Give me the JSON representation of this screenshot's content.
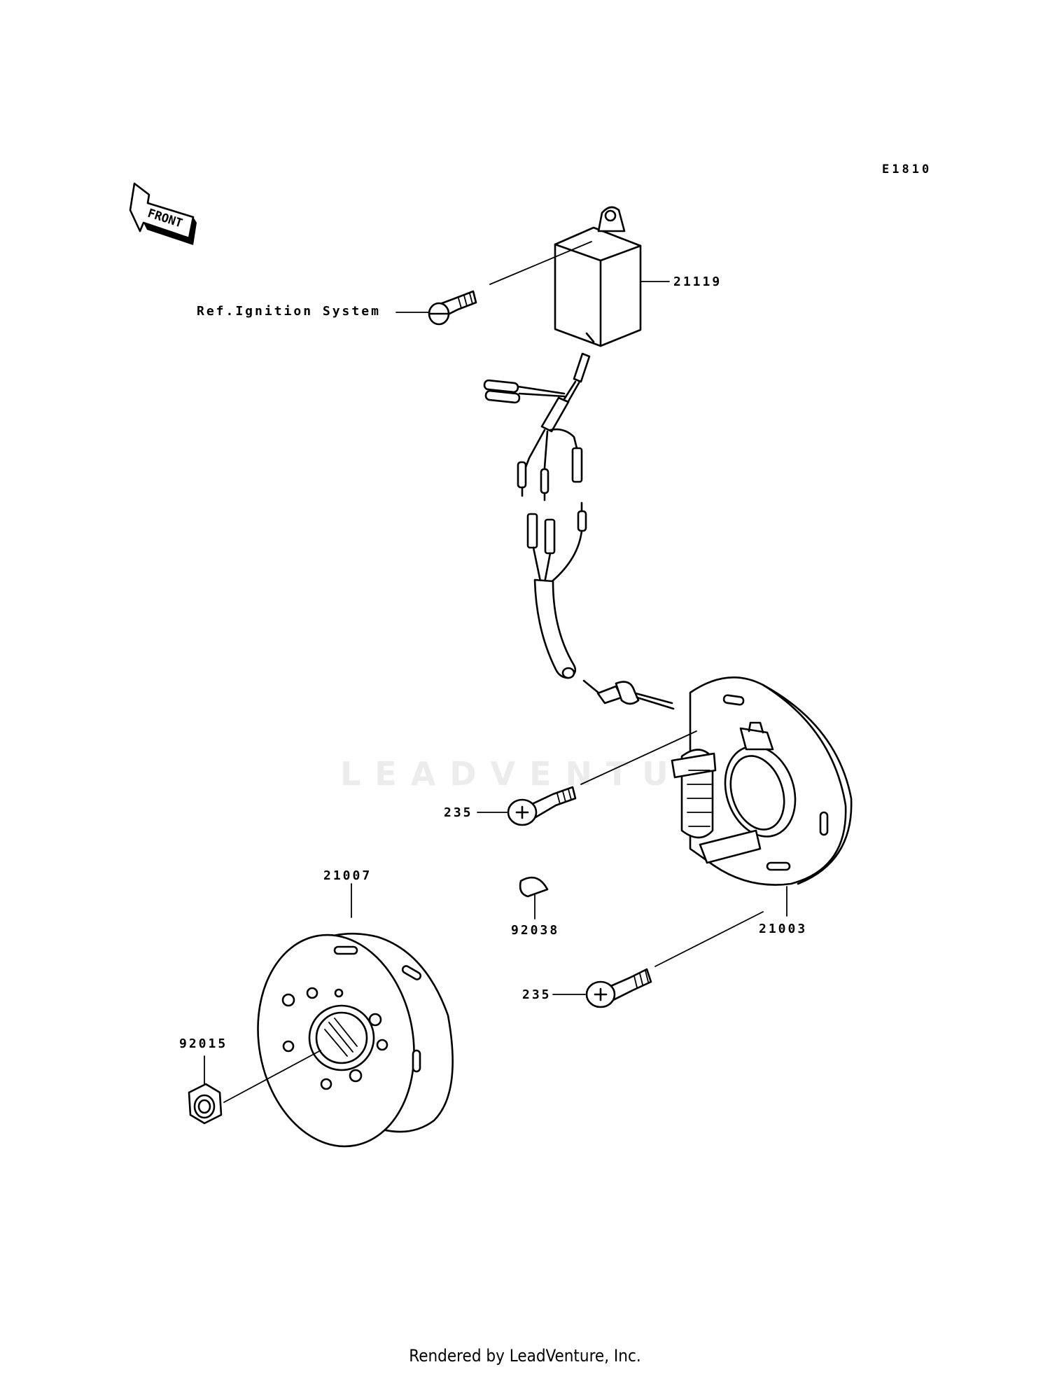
{
  "diagram": {
    "code": "E1810",
    "front_label": "FRONT",
    "reference_label": "Ref.Ignition System",
    "parts": [
      {
        "number": "21119"
      },
      {
        "number": "235"
      },
      {
        "number": "21007"
      },
      {
        "number": "92038"
      },
      {
        "number": "21003"
      },
      {
        "number": "235"
      },
      {
        "number": "92015"
      }
    ]
  },
  "watermark": "LEADVENTURE",
  "footer": "Rendered by LeadVenture, Inc."
}
